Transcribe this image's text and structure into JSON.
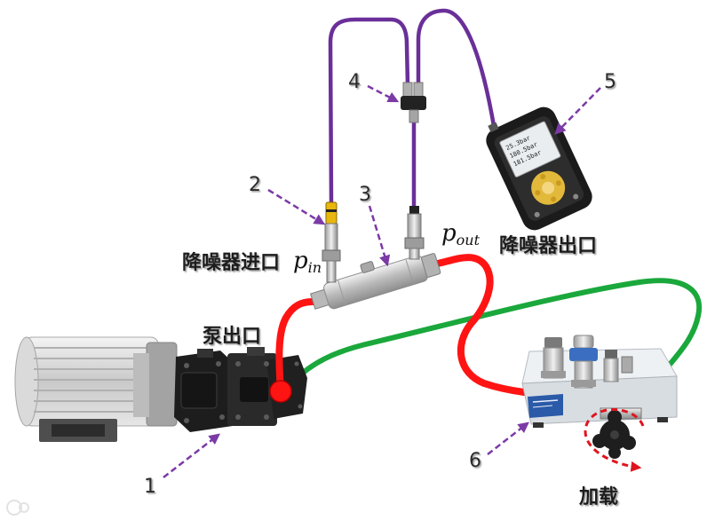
{
  "callouts": {
    "c1": "1",
    "c2": "2",
    "c3": "3",
    "c4": "4",
    "c5": "5",
    "c6": "6"
  },
  "captions": {
    "silencer_inlet": "降噪器进口",
    "silencer_outlet": "降噪器出口",
    "pump_outlet": "泵出口",
    "load": "加载"
  },
  "symbols": {
    "p_in": {
      "base": "p",
      "sub": "in"
    },
    "p_out": {
      "base": "p",
      "sub": "out"
    }
  },
  "device_screen": {
    "lines": [
      "25.3bar",
      "180.5bar",
      "181.5bar"
    ]
  },
  "colors": {
    "pressure_hose": "#ff1414",
    "return_hose": "#1aa83c",
    "signal_cable": "#6a2f99",
    "callout_arrow": "#7b3aa6",
    "load_arrow": "#e0141e"
  }
}
